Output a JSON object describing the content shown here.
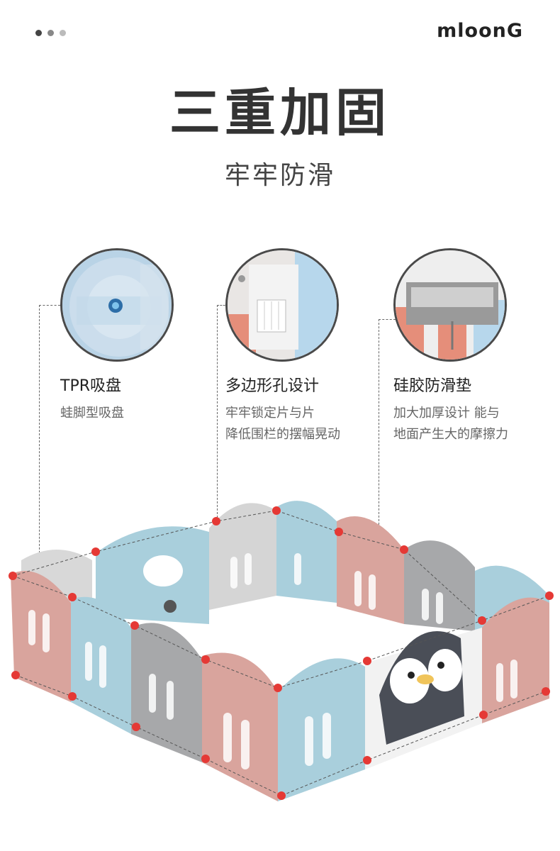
{
  "brand": {
    "logo_text": "mloonG"
  },
  "pager": {
    "dot_colors": [
      "#444444",
      "#888888",
      "#bbbbbb"
    ]
  },
  "header": {
    "title": "三重加固",
    "subtitle": "牢牢防滑"
  },
  "features": [
    {
      "icon": "suction-cup-icon",
      "title": "TPR吸盘",
      "desc_lines": [
        "蛙脚型吸盘"
      ]
    },
    {
      "icon": "lock-slot-icon",
      "title": "多边形孔设计",
      "desc_lines": [
        "牢牢锁定片与片",
        "降低围栏的摆幅晃动"
      ]
    },
    {
      "icon": "silicone-pad-icon",
      "title": "硅胶防滑垫",
      "desc_lines": [
        "加大加厚设计 能与",
        "地面产生大的摩擦力"
      ]
    }
  ],
  "colors": {
    "pink": "#d9a49d",
    "blue": "#a9cfdc",
    "gray": "#a7a8aa",
    "light_gray": "#d8d8d8",
    "marker_red": "#e53935"
  }
}
